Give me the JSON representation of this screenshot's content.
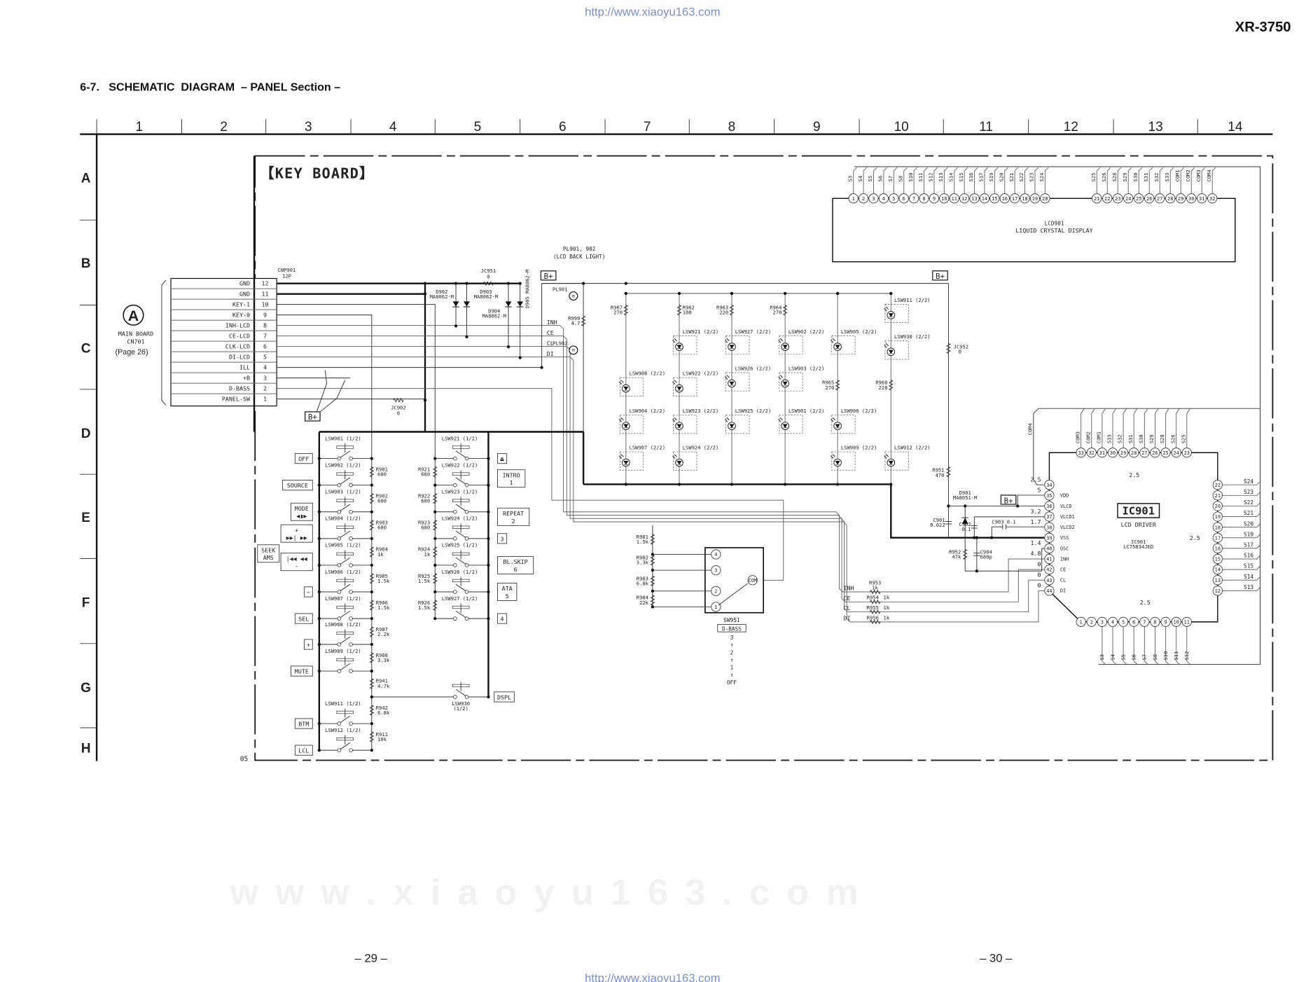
{
  "header": {
    "url": "http://www.xiaoyu163.com",
    "model": "XR-3750",
    "title": "6-7.   SCHEMATIC  DIAGRAM  – PANEL Section –"
  },
  "grid": {
    "columns": [
      "1",
      "2",
      "3",
      "4",
      "5",
      "6",
      "7",
      "8",
      "9",
      "10",
      "11",
      "12",
      "13",
      "14"
    ],
    "rows": [
      "A",
      "B",
      "C",
      "D",
      "E",
      "F",
      "G",
      "H"
    ]
  },
  "board": {
    "title": "【KEY BOARD】",
    "sheet": "05"
  },
  "source": {
    "marker": "A",
    "board": "MAIN BOARD",
    "ref": "CN701",
    "page": "(Page 26)"
  },
  "connector": {
    "ref": "CNP901",
    "type": "12P",
    "pins": [
      {
        "n": "12",
        "label": "GND"
      },
      {
        "n": "11",
        "label": "GND"
      },
      {
        "n": "10",
        "label": "KEY-1"
      },
      {
        "n": "9",
        "label": "KEY-0"
      },
      {
        "n": "8",
        "label": "INH-LCD"
      },
      {
        "n": "7",
        "label": "CE-LCD"
      },
      {
        "n": "6",
        "label": "CLK-LCD"
      },
      {
        "n": "5",
        "label": "DI-LCD"
      },
      {
        "n": "4",
        "label": "ILL"
      },
      {
        "n": "3",
        "label": "+B"
      },
      {
        "n": "2",
        "label": "D-BASS"
      },
      {
        "n": "1",
        "label": "PANEL-SW"
      }
    ]
  },
  "power_label": "B+",
  "jumpers": {
    "jc902": {
      "ref": "JC902",
      "value": "0"
    },
    "jc951": {
      "ref": "JC951",
      "value": "0"
    },
    "jc952": {
      "ref": "JC952",
      "value": "0"
    }
  },
  "diodes": [
    {
      "ref": "D902",
      "part": "MA8062-M"
    },
    {
      "ref": "D903",
      "part": "MA8062-M"
    },
    {
      "ref": "D904",
      "part": "MA8062-M"
    },
    {
      "ref": "D905",
      "part": "MA8062-M"
    }
  ],
  "backlight": {
    "title": "PL901, 902",
    "subtitle": "(LCD BACK LIGHT)",
    "lamps": [
      "PL901",
      "PL902"
    ],
    "resistor": {
      "ref": "R999",
      "value": "4.7"
    }
  },
  "bus_signals": [
    "INH",
    "CE",
    "CL",
    "DI"
  ],
  "key_switches_left": [
    {
      "ref": "LSW901",
      "part": "(1/2)",
      "key": "OFF"
    },
    {
      "ref": "LSW902",
      "part": "(1/2)",
      "key": "SOURCE"
    },
    {
      "ref": "LSW903",
      "part": "(1/2)",
      "key": "MODE",
      "key2": "◀▮▶"
    },
    {
      "ref": "LSW904",
      "part": "(1/2)",
      "key": "+",
      "key2": "▶▶|  ▶▶"
    },
    {
      "ref": "LSW905",
      "part": "(1/2)",
      "key": "-",
      "key2": "|◀◀  ◀◀"
    },
    {
      "ref": "LSW906",
      "part": "(1/2)",
      "key": "−"
    },
    {
      "ref": "LSW907",
      "part": "(1/2)",
      "key": "SEL"
    },
    {
      "ref": "LSW908",
      "part": "(1/2)",
      "key": "+"
    },
    {
      "ref": "LSW909",
      "part": "(1/2)",
      "key": "MUTE"
    },
    {
      "ref": "LSW911",
      "part": "(1/2)",
      "key": "BTM"
    },
    {
      "ref": "LSW912",
      "part": "(1/2)",
      "key": "LCL"
    }
  ],
  "seek_group": {
    "line1": "SEEK",
    "line2": "AMS"
  },
  "key_resistors_left": [
    {
      "ref": "R901",
      "value": "680"
    },
    {
      "ref": "R902",
      "value": "680"
    },
    {
      "ref": "R903",
      "value": "680"
    },
    {
      "ref": "R904",
      "value": "1k"
    },
    {
      "ref": "R905",
      "value": "1.5k"
    },
    {
      "ref": "R906",
      "value": "1.5k"
    },
    {
      "ref": "R907",
      "value": "2.2k"
    },
    {
      "ref": "R908",
      "value": "3.3k"
    },
    {
      "ref": "R941",
      "value": "4.7k"
    },
    {
      "ref": "R942",
      "value": "6.8k"
    },
    {
      "ref": "R911",
      "value": "10k"
    }
  ],
  "key_switches_right": [
    {
      "ref": "LSW921",
      "part": "(1/2)",
      "key": "⏏"
    },
    {
      "ref": "LSW922",
      "part": "(1/2)",
      "key": "INTRO",
      "key2": "1"
    },
    {
      "ref": "LSW923",
      "part": "(1/2)",
      "key": "REPEAT",
      "key2": "2"
    },
    {
      "ref": "LSW924",
      "part": "(1/2)",
      "key": "3"
    },
    {
      "ref": "LSW925",
      "part": "(1/2)",
      "key": "BL.SKIP",
      "key2": "6"
    },
    {
      "ref": "LSW926",
      "part": "(1/2)",
      "key": "ATA",
      "key2": "5"
    },
    {
      "ref": "LSW927",
      "part": "(1/2)",
      "key": "4"
    }
  ],
  "key_resistors_right": [
    {
      "ref": "R921",
      "value": "680"
    },
    {
      "ref": "R922",
      "value": "680"
    },
    {
      "ref": "R923",
      "value": "680"
    },
    {
      "ref": "R924",
      "value": "1k"
    },
    {
      "ref": "R925",
      "value": "1.5k"
    },
    {
      "ref": "R926",
      "value": "1.5k"
    }
  ],
  "dspl_switch": {
    "ref": "LSW930",
    "part": "(1/2)",
    "key": "DSPL"
  },
  "led_resistors": [
    {
      "ref": "R967",
      "value": "270"
    },
    {
      "ref": "R962",
      "value": "100"
    },
    {
      "ref": "R963",
      "value": "220"
    },
    {
      "ref": "R964",
      "value": "270"
    },
    {
      "ref": "R965",
      "value": "270"
    },
    {
      "ref": "R968",
      "value": "220"
    }
  ],
  "leds": [
    "LSW911 (2/2)",
    "LSW930 (2/2)",
    "LSW921 (2/2)",
    "LSW927 (2/2)",
    "LSW902 (2/2)",
    "LSW905 (2/2)",
    "LSW908 (2/2)",
    "LSW922 (2/2)",
    "LSW926 (2/2)",
    "LSW903 (2/2)",
    "LSW904 (2/2)",
    "LSW923 (2/2)",
    "LSW925 (2/2)",
    "LSW901 (2/2)",
    "LSW906 (2/2)",
    "LSW907 (2/2)",
    "LSW924 (2/2)",
    "LSW909 (2/2)",
    "LSW912 (2/2)"
  ],
  "dbass_switch": {
    "ref": "SW951",
    "name": "D-BASS",
    "pins": [
      "4",
      "3",
      "2",
      "1"
    ],
    "common": "COM",
    "positions": [
      "3",
      "2",
      "1",
      "OFF"
    ],
    "resistors": [
      {
        "ref": "R981",
        "value": "1.5k"
      },
      {
        "ref": "R982",
        "value": "3.3k"
      },
      {
        "ref": "R983",
        "value": "6.8k"
      },
      {
        "ref": "R984",
        "value": "22k"
      }
    ]
  },
  "lcd": {
    "ref": "LCD901",
    "name": "LIQUID CRYSTAL DISPLAY",
    "pins": [
      "S3",
      "S4",
      "S5",
      "S6",
      "S7",
      "S8",
      "S10",
      "S11",
      "S12",
      "S13",
      "S14",
      "S15",
      "S16",
      "S17",
      "S19",
      "S20",
      "S21",
      "S22",
      "S23",
      "S24",
      "S25",
      "S26",
      "S28",
      "S29",
      "S30",
      "S31",
      "S32",
      "S33",
      "COM1",
      "COM2",
      "COM3",
      "COM4"
    ]
  },
  "ic": {
    "ref": "IC901",
    "function": "LCD DRIVER",
    "part_ref": "IC901",
    "part": "LC75834JED",
    "left_pins": [
      {
        "n": "34",
        "name": "",
        "net": "COM4",
        "v": "2.5"
      },
      {
        "n": "35",
        "name": "VDD",
        "v": "5"
      },
      {
        "n": "36",
        "name": "VLCD",
        "v": ""
      },
      {
        "n": "37",
        "name": "VLCD1",
        "v": "3.2"
      },
      {
        "n": "38",
        "name": "VLCD2",
        "v": "1.7"
      },
      {
        "n": "39",
        "name": "VSS",
        "v": ""
      },
      {
        "n": "40",
        "name": "OSC",
        "v": "1.4"
      },
      {
        "n": "41",
        "name": "INH",
        "v": "4.8"
      },
      {
        "n": "42",
        "name": "CE",
        "v": "0"
      },
      {
        "n": "43",
        "name": "CL",
        "v": "0"
      },
      {
        "n": "44",
        "name": "DI",
        "v": "0"
      }
    ],
    "top_pins": [
      {
        "n": "33",
        "net": "COM3"
      },
      {
        "n": "32",
        "net": "COM2"
      },
      {
        "n": "31",
        "net": "COM1"
      },
      {
        "n": "30",
        "net": "S33"
      },
      {
        "n": "29",
        "net": "S32"
      },
      {
        "n": "28",
        "net": "S31"
      },
      {
        "n": "27",
        "net": "S30"
      },
      {
        "n": "26",
        "net": "S29"
      },
      {
        "n": "25",
        "net": "S28"
      },
      {
        "n": "24",
        "net": "S26"
      },
      {
        "n": "23",
        "net": "S25"
      }
    ],
    "right_pins": [
      {
        "n": "22",
        "net": "S24"
      },
      {
        "n": "21",
        "net": "S23"
      },
      {
        "n": "20",
        "net": "S22"
      },
      {
        "n": "19",
        "net": "S21"
      },
      {
        "n": "18",
        "net": "S20"
      },
      {
        "n": "17",
        "net": "S19"
      },
      {
        "n": "16",
        "net": "S17"
      },
      {
        "n": "15",
        "net": "S16"
      },
      {
        "n": "14",
        "net": "S15"
      },
      {
        "n": "13",
        "net": "S14"
      },
      {
        "n": "12",
        "net": "S13"
      }
    ],
    "bottom_pins": [
      {
        "n": "1",
        "net": ""
      },
      {
        "n": "2",
        "net": ""
      },
      {
        "n": "3",
        "net": "S3"
      },
      {
        "n": "4",
        "net": "S4"
      },
      {
        "n": "5",
        "net": "S5"
      },
      {
        "n": "6",
        "net": "S6"
      },
      {
        "n": "7",
        "net": "S7"
      },
      {
        "n": "8",
        "net": "S8"
      },
      {
        "n": "9",
        "net": "S10"
      },
      {
        "n": "10",
        "net": "S11"
      },
      {
        "n": "11",
        "net": "S12"
      }
    ],
    "group_voltage": "2.5"
  },
  "passives": {
    "r951": {
      "ref": "R951",
      "value": "470"
    },
    "d901": {
      "ref": "D901",
      "part": "MA8051-M"
    },
    "c901": {
      "ref": "C901",
      "value": "0.022"
    },
    "c902": {
      "ref": "C902",
      "value": "0.1"
    },
    "c903": {
      "ref": "C903",
      "value": "0.1"
    },
    "c904": {
      "ref": "C904",
      "value": "680p"
    },
    "r952": {
      "ref": "R952",
      "value": "47k"
    },
    "bus_resistors": [
      {
        "ref": "R953",
        "value": "1k"
      },
      {
        "ref": "R954",
        "value": "1k"
      },
      {
        "ref": "R955",
        "value": "1k"
      },
      {
        "ref": "R956",
        "value": "1k"
      }
    ]
  },
  "footer": {
    "left_page": "– 29 –",
    "right_page": "– 30 –",
    "url": "http://www.xiaoyu163.com"
  },
  "watermark": "w w w . x i a o y u 1 6 3 . c o m"
}
